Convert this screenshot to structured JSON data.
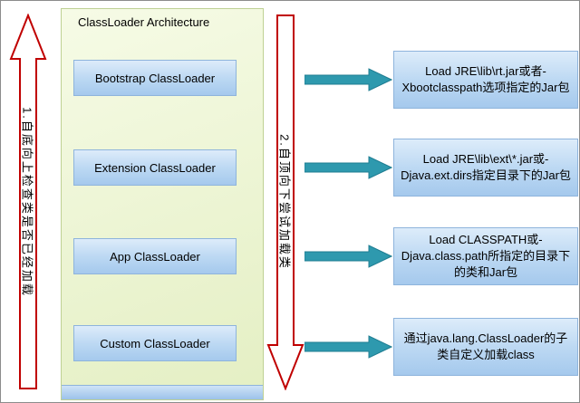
{
  "title": "ClassLoader Architecture",
  "left_arrow": {
    "label": "1.自底向上检查类是否已经加载"
  },
  "right_arrow": {
    "label": "2.自顶向下尝试加载类"
  },
  "loaders": [
    {
      "name": "Bootstrap ClassLoader",
      "description": "Load JRE\\lib\\rt.jar或者-Xbootclasspath选项指定的Jar包"
    },
    {
      "name": "Extension ClassLoader",
      "description": "Load JRE\\lib\\ext\\*.jar或-Djava.ext.dirs指定目录下的Jar包"
    },
    {
      "name": "App ClassLoader",
      "description": "Load CLASSPATH或-Djava.class.path所指定的目录下的类和Jar包"
    },
    {
      "name": "Custom ClassLoader",
      "description": "通过java.lang.ClassLoader的子类自定义加载class"
    }
  ],
  "colors": {
    "box_fill_top": "#ddecfa",
    "box_fill_bottom": "#a5c9ed",
    "box_border": "#8eb4dc",
    "panel_fill": "#ecf5d2",
    "panel_border": "#bfd194",
    "connector_arrow": "#2e99ae",
    "flow_arrow_border": "#c00000"
  }
}
